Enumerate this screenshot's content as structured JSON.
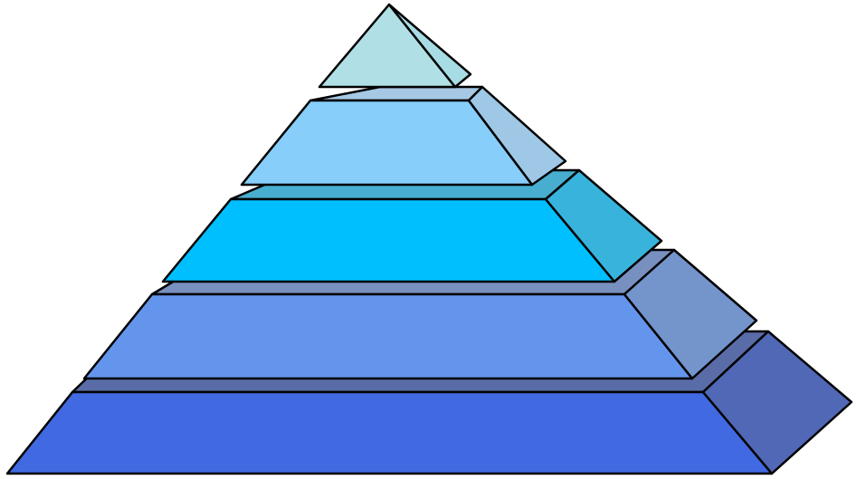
{
  "diagram": {
    "type": "pyramid",
    "levels": [
      {
        "level": 1,
        "front": "#4169e1",
        "side": "#5068b6",
        "top": "#5a6ca8"
      },
      {
        "level": 2,
        "front": "#6495ed",
        "side": "#7494cc",
        "top": "#7890c0"
      },
      {
        "level": 3,
        "front": "#00bfff",
        "side": "#38b4dc",
        "top": "#48aed0"
      },
      {
        "level": 4,
        "front": "#87cefa",
        "side": "#9ec8e6",
        "top": "#a6c8e4"
      },
      {
        "level": 5,
        "front": "#b0e0e6",
        "side": "#a8dce4",
        "top": "#a8dce4"
      }
    ]
  }
}
